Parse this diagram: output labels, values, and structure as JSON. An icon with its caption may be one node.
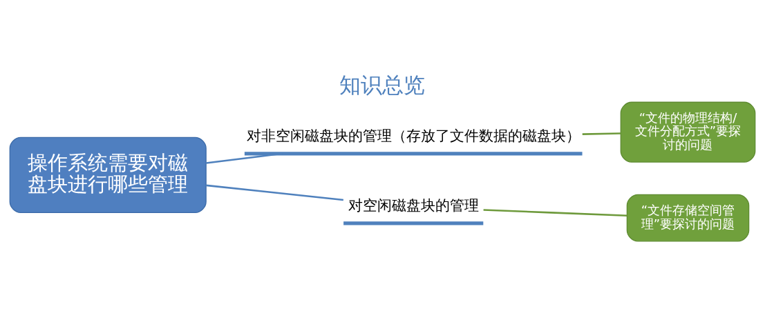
{
  "diagram": {
    "title": "知识总览",
    "nodes": [
      {
        "text": [
          "操作系统需要对磁盘块进行哪些管理"
        ]
      },
      {
        "text": [
          "对非空闲磁盘块的管理（存放了文件数据的磁盘块）"
        ]
      },
      {
        "text": [
          "对空闲磁盘块的管理"
        ]
      },
      {
        "text": [
          "“文件的物理结构/文件分配方式”要探讨的问题"
        ]
      },
      {
        "text": [
          "“文件存储空间管理”要探讨的问题"
        ]
      }
    ],
    "edges": [
      {
        "from": 0,
        "to": 1,
        "arrow": "none"
      },
      {
        "from": 0,
        "to": 2,
        "arrow": "none"
      },
      {
        "from": 3,
        "to": 1,
        "arrow": "none",
        "color": "#6e9a3c"
      },
      {
        "from": 4,
        "to": 2,
        "arrow": "none",
        "color": "#6e9a3c"
      }
    ]
  }
}
